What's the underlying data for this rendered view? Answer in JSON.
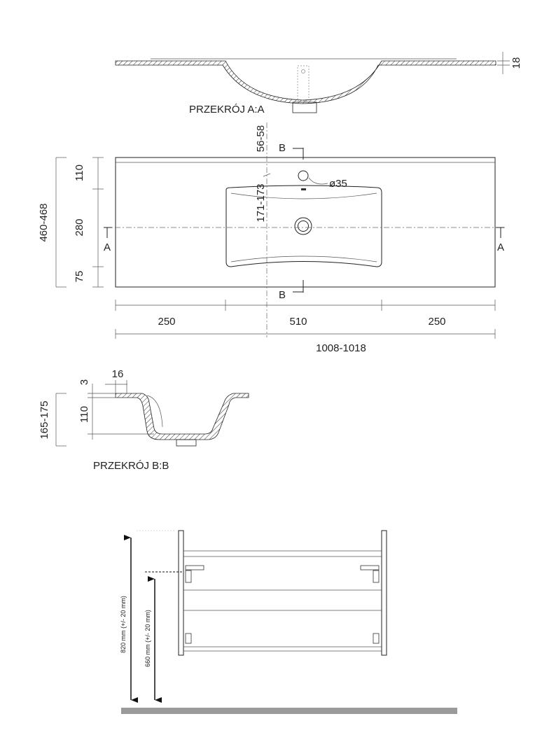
{
  "section_aa": {
    "label": "PRZEKRÓJ A:A",
    "thickness": "18"
  },
  "plan": {
    "markers": {
      "b_top": "B",
      "b_bottom": "B",
      "a_left": "A",
      "a_right": "A"
    },
    "dims": {
      "tap_offset": "56-58",
      "drain_offset": "171-173",
      "tap_hole": "ø35",
      "depth_total": "460-468",
      "depth_back": "110",
      "depth_basin": "280",
      "depth_front": "75",
      "width_left": "250",
      "width_basin": "510",
      "width_right": "250",
      "width_total": "1008-1018"
    }
  },
  "section_bb": {
    "label": "PRZEKRÓJ B:B",
    "rim": "3",
    "edge": "16",
    "basin_depth": "110",
    "total_height": "165-175"
  },
  "cabinet": {
    "height_top": "820 mm (+/- 20 mm)",
    "height_mount": "660 mm (+/- 20 mm)"
  }
}
